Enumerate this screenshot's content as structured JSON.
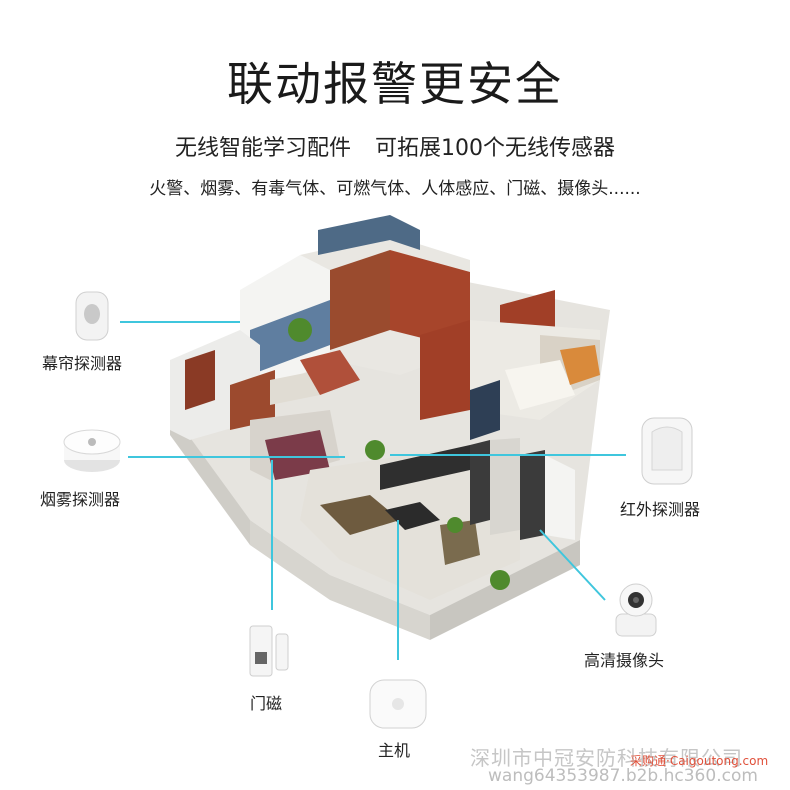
{
  "title": "联动报警更安全",
  "subtitle_left": "无线智能学习配件",
  "subtitle_right": "可拓展100个无线传感器",
  "sensor_list": "火警、烟雾、有毒气体、可燃气体、人体感应、门磁、摄像头......",
  "labels": {
    "curtain_detector": "幕帘探测器",
    "smoke_detector": "烟雾探测器",
    "infrared_detector": "红外探测器",
    "hd_camera": "高清摄像头",
    "door_magnet": "门磁",
    "host": "主机"
  },
  "watermark": {
    "company": "深圳市中冠安防科技有限公司",
    "url": "wang64353987.b2b.hc360.com",
    "site": "采购通·Caigoutong.com"
  },
  "colors": {
    "connector": "#3fc6dd",
    "wall_red": "#a7452b",
    "wall_white": "#f4f4f2",
    "wall_blue": "#4e6a86",
    "floor": "#e6e4df"
  }
}
